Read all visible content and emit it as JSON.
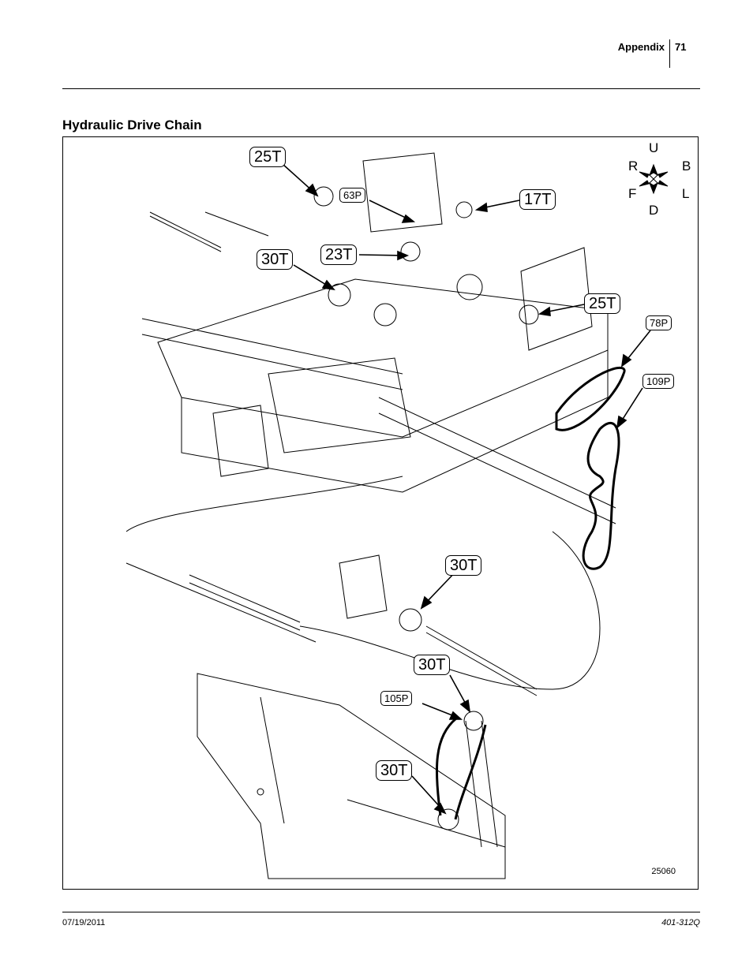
{
  "header": {
    "section": "Appendix",
    "page": "71"
  },
  "title": "Hydraulic Drive Chain",
  "figure": {
    "number": "25060",
    "compass": {
      "up": "U",
      "down": "D",
      "right": "R",
      "back": "B",
      "front": "F",
      "left": "L"
    },
    "callouts": [
      {
        "id": "c1",
        "label": "25T"
      },
      {
        "id": "c2",
        "label": "63P"
      },
      {
        "id": "c3",
        "label": "17T"
      },
      {
        "id": "c4",
        "label": "30T"
      },
      {
        "id": "c5",
        "label": "23T"
      },
      {
        "id": "c6",
        "label": "25T"
      },
      {
        "id": "c7",
        "label": "78P"
      },
      {
        "id": "c8",
        "label": "109P"
      },
      {
        "id": "c9",
        "label": "30T"
      },
      {
        "id": "c10",
        "label": "30T"
      },
      {
        "id": "c11",
        "label": "105P"
      },
      {
        "id": "c12",
        "label": "30T"
      }
    ]
  },
  "footer": {
    "date": "07/19/2011",
    "doc": "401-312Q"
  }
}
